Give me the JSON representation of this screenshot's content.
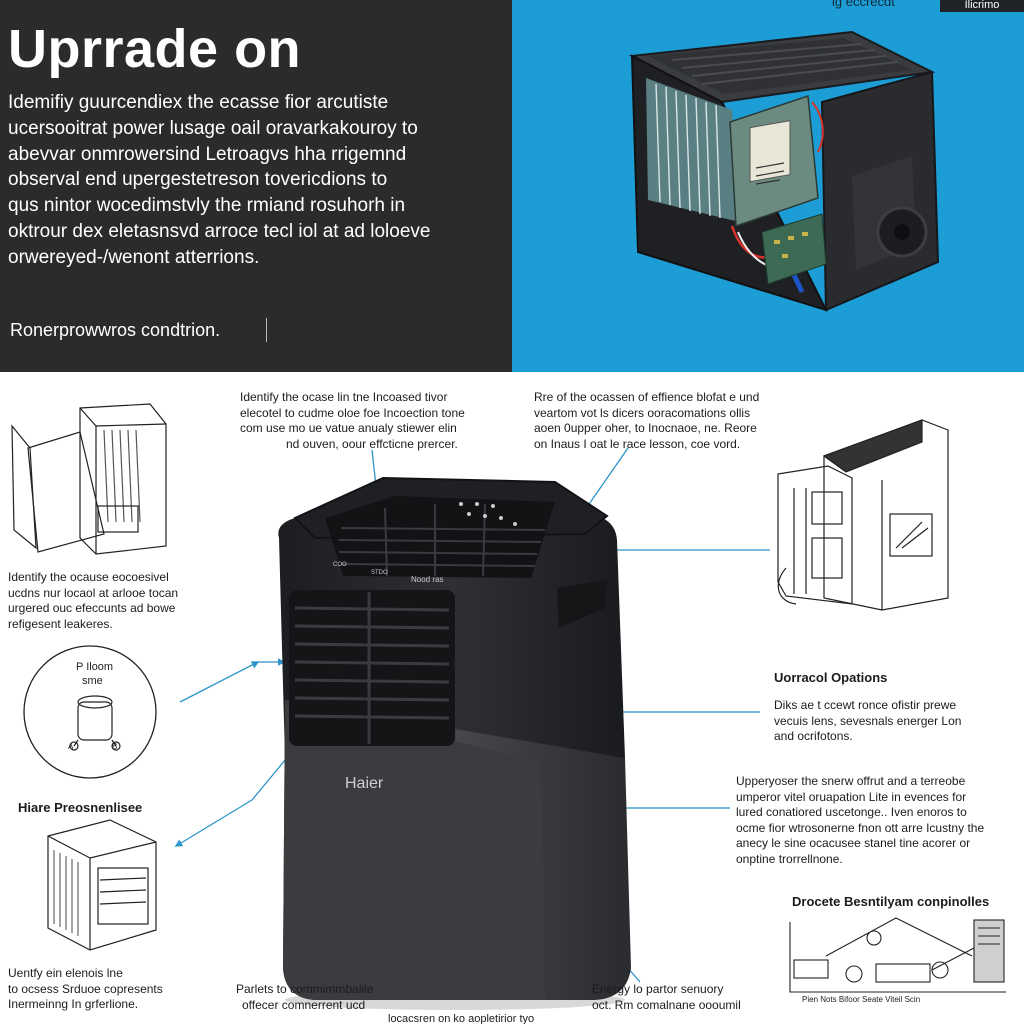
{
  "hero": {
    "title": "Uprrade on",
    "body_lines": [
      "Idemifiy guurcendiex the ecasse fior arcutiste",
      "ucersooitrat power lusage oail oravarkakouroy to",
      "abevvar onmrowersind Letroagvs hha rrigemnd",
      "observal end upergestetreson tovericdions to",
      "qus nintor wocedimstvly the rmiand rosuhorh in",
      "oktrour dex eletasnsvd arroce tecl iol at ad loloeve",
      "orwereyed-/wenont atterrions."
    ],
    "caption": "Ronerprowwros condtrion.",
    "corner_text": "lg eccrecdt",
    "corner_tab": "Ilicrimo"
  },
  "product": {
    "brand": "Haier",
    "panel_labels": [
      "COO",
      "STDO",
      "Nood ras"
    ]
  },
  "callouts": {
    "top_center_lines": [
      "Identify the ocase lin tne Incoased tivor",
      "elecotel to cudme oloe foe Incoection tone",
      "com use mo ue vatue anualy stiewer elin",
      "nd ouven, oour effcticne prercer."
    ],
    "top_right_lines": [
      "Rre of the ocassen of effience blofat e und",
      "veartom vot ls dicers ooracomations ollis",
      "aoen 0upper oher, to Inocnaoe, ne. Reore",
      "on Inaus I oat le race lesson, coe vord."
    ],
    "left_mid_lines": [
      "Identify the ocause eocoesivel",
      "ucdns nur locaol at arlooe tocan",
      "urgered ouc efeccunts ad bowe",
      "refigesent leakeres."
    ],
    "left_circle_labels": [
      "P Iloom",
      "sme"
    ],
    "left_circle_markers": [
      "A",
      "B"
    ],
    "left_section_head": "Hiare Preosnenlisee",
    "left_bottom_lines": [
      "Uentfy ein elenois lne",
      "to ocsess Srduoe copresents",
      "Inermeinng In grferlione."
    ],
    "upgrade_head": "Uorracol Opations",
    "upgrade_lines": [
      "Diks ae t ccewt ronce ofistir prewe",
      "vecuis lens, sevesnals energer Lon",
      "and ocrifotons."
    ],
    "right_mid_lines": [
      "Upperyoser the snerw offrut and a terreobe",
      "umperor vitel oruapation Lite in evences for",
      "lured conatiored uscetonge.. Iven enoros to",
      "ocme fior wtrosonerne fnon ott arre Icustny the",
      "anecy le sine ocacusee stanel tine acorer or",
      "onptine trorrellnone."
    ],
    "right_bottom_head": "Drocete Besntilyam conpinolles",
    "diagram_labels": "Pien Nots Bifoor Seate Viteil Scin",
    "bottom_center_lines": [
      "Parlets to commimmbalile",
      "offecer comnerrent ucd"
    ],
    "bottom_right_lines": [
      "Energy lo partor senuory",
      "oct. Rm comalnane oooumil"
    ],
    "bottom_footer": "locacsren on ko aopletirior tyo"
  },
  "colors": {
    "hero_dark": "#2b2b2d",
    "hero_blue": "#1d9dd6",
    "leader_line": "#2c95c9",
    "unit_body": "#2a2b2e"
  }
}
